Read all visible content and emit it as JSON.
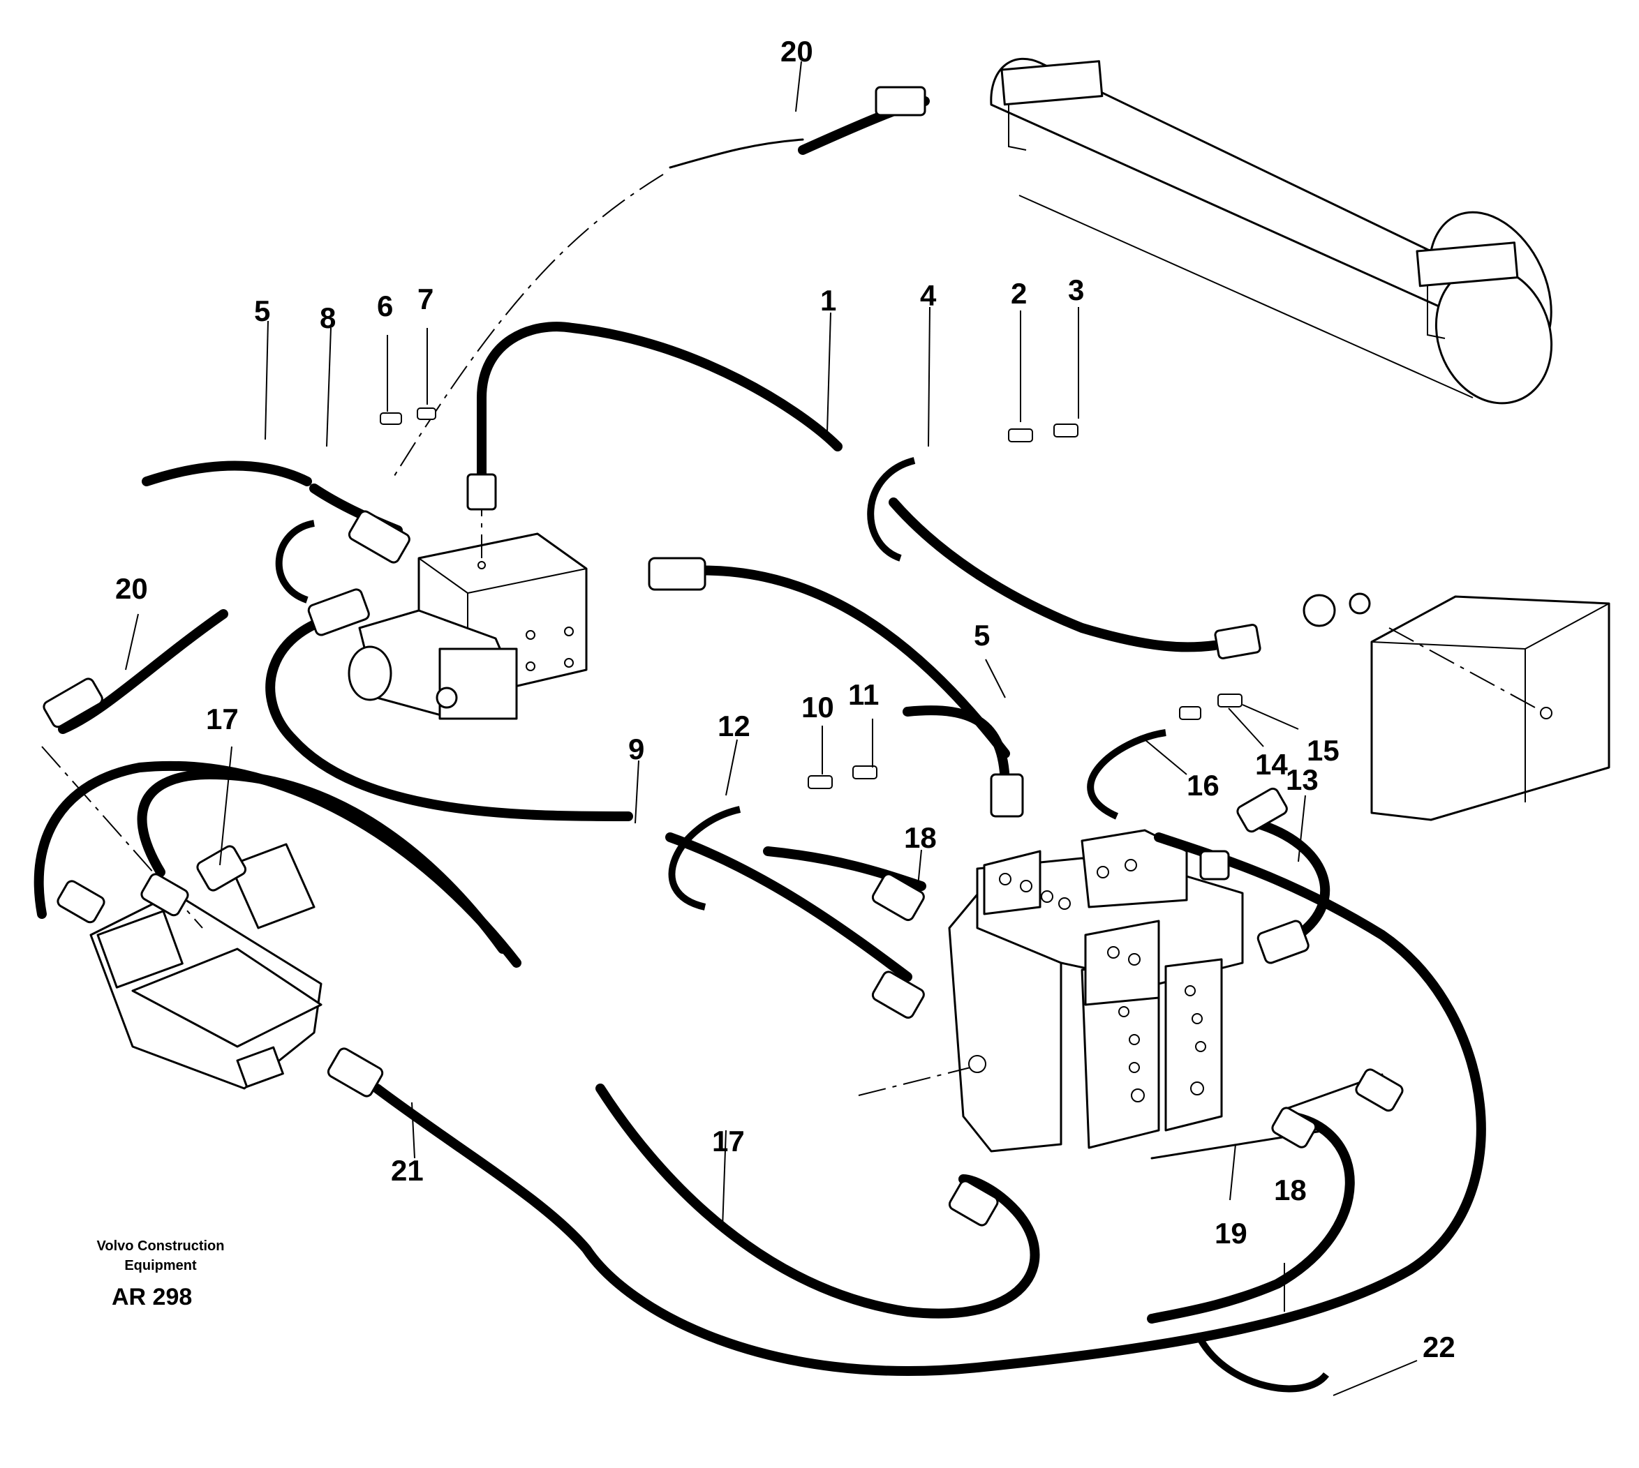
{
  "callouts": {
    "c1": "1",
    "c2": "2",
    "c3": "3",
    "c4": "4",
    "c5a": "5",
    "c5b": "5",
    "c6": "6",
    "c7": "7",
    "c8": "8",
    "c9": "9",
    "c10": "10",
    "c11": "11",
    "c12": "12",
    "c13": "13",
    "c14": "14",
    "c15": "15",
    "c16": "16",
    "c17a": "17",
    "c17b": "17",
    "c18a": "18",
    "c18b": "18",
    "c19": "19",
    "c20a": "20",
    "c20b": "20",
    "c21": "21",
    "c22": "22"
  },
  "caption": {
    "brand_line1": "Volvo Construction",
    "brand_line2": "Equipment",
    "code": "AR 298"
  },
  "colors": {
    "ink": "#000000",
    "paper": "#ffffff"
  }
}
